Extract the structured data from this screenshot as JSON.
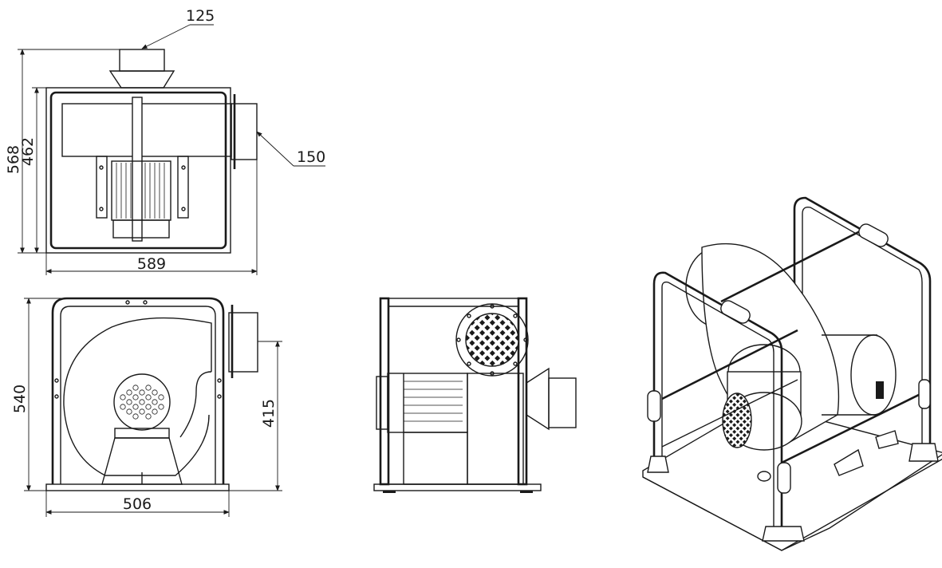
{
  "drawing": {
    "stroke_color": "#1a1a1a",
    "background": "#ffffff",
    "dimensions": {
      "inlet_diameter": "125",
      "outlet_diameter": "150",
      "overall_height_top": "568",
      "frame_height_top": "462",
      "overall_width": "589",
      "overall_height_front": "540",
      "outlet_height": "415",
      "base_width": "506"
    }
  }
}
